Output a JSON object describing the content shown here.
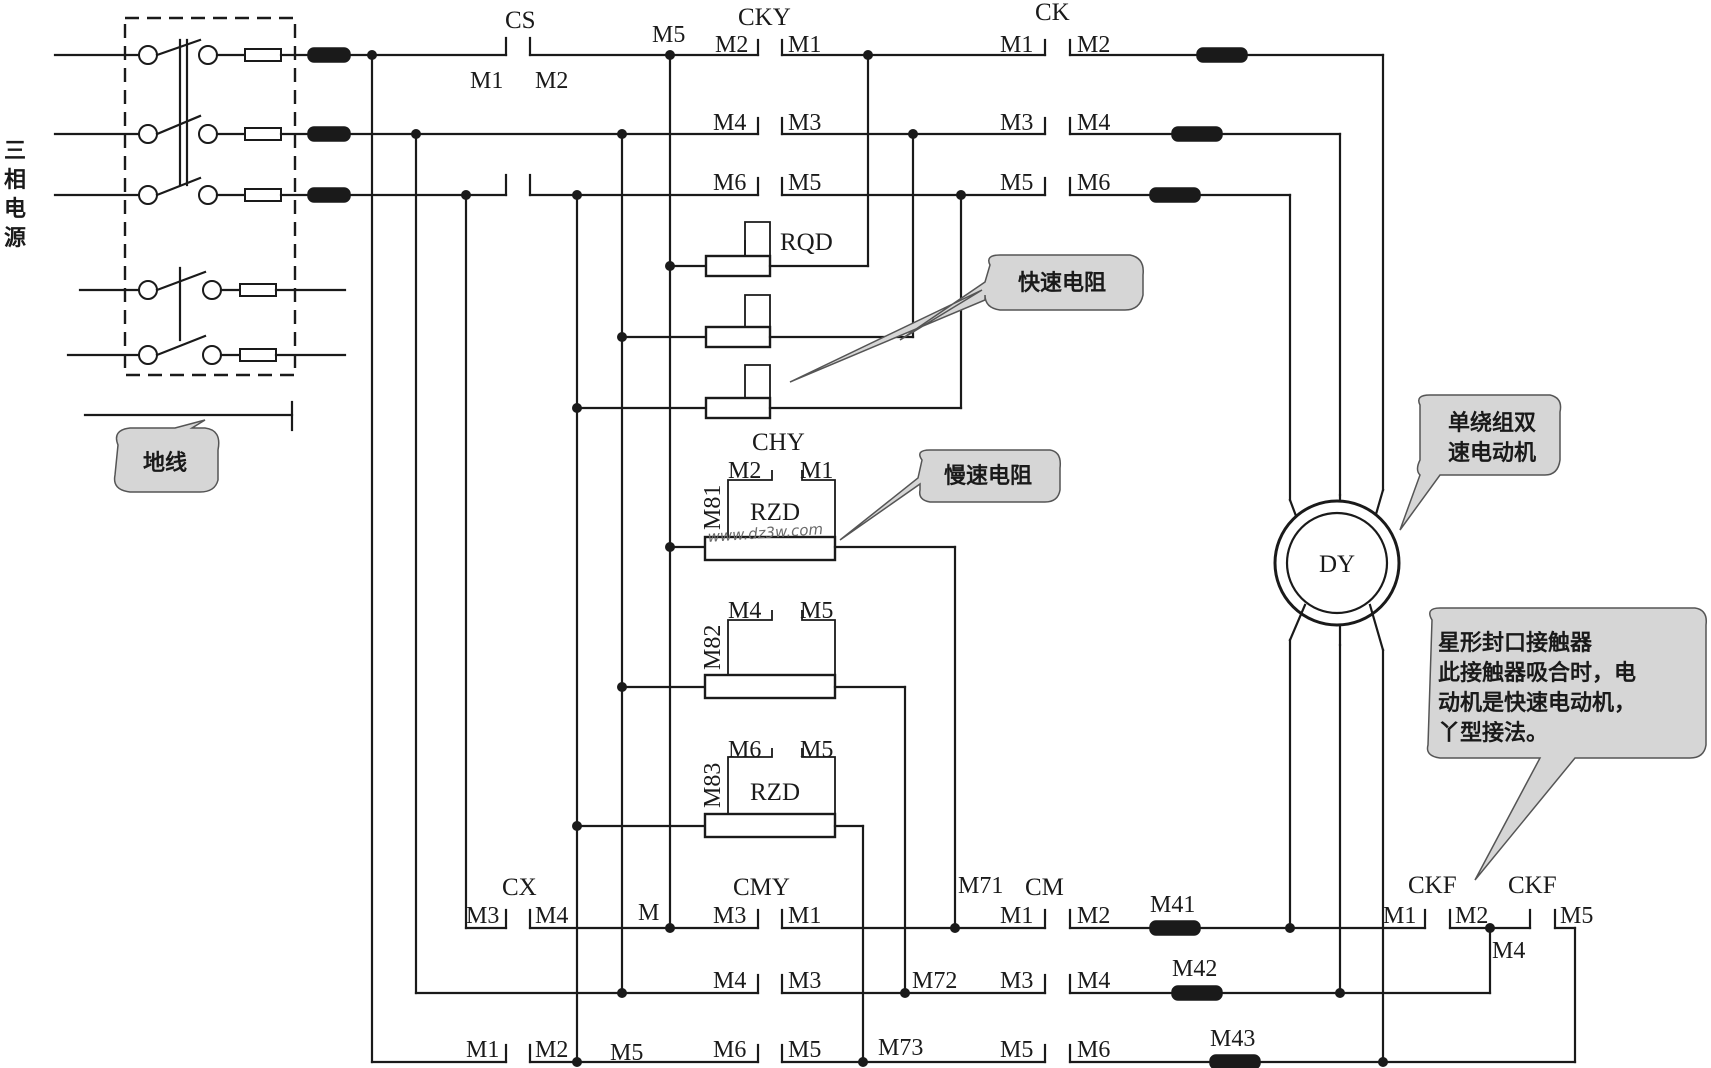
{
  "labels": {
    "power_source": "三相电源",
    "ground": "地线",
    "fast_resistor": "快速电阻",
    "slow_resistor": "慢速电阻",
    "motor_note_1": "单绕组双",
    "motor_note_2": "速电动机",
    "star_note_1": "星形封口接触器",
    "star_note_2": "此接触器吸合时，电",
    "star_note_3": "动机是快速电动机，",
    "star_note_4": "丫型接法。",
    "watermark": "www.dz3w.com"
  },
  "components": {
    "cs": "CS",
    "cky": "CKY",
    "ck": "CK",
    "rqd": "RQD",
    "chy": "CHY",
    "rzd_1": "RZD",
    "rzd_2": "RZD",
    "cx": "CX",
    "cmy": "CMY",
    "cm": "CM",
    "ckf_1": "CKF",
    "ckf_2": "CKF",
    "motor": "DY"
  },
  "terminals": {
    "cs_m1": "M1",
    "cs_m2": "M2",
    "top_m5": "M5",
    "cky_m2": "M2",
    "cky_m1": "M1",
    "cky_m4": "M4",
    "cky_m3": "M3",
    "cky_m6": "M6",
    "cky_m5": "M5",
    "ck_m1": "M1",
    "ck_m2": "M2",
    "ck_m3": "M3",
    "ck_m4": "M4",
    "ck_m5": "M5",
    "ck_m6": "M6",
    "chy_m2": "M2",
    "chy_m1": "M1",
    "m81": "M81",
    "mid_m4": "M4",
    "mid_m5": "M5",
    "m82": "M82",
    "low_m6": "M6",
    "low_m5": "M5",
    "m83": "M83",
    "cx_m3": "M3",
    "cx_m4": "M4",
    "m_label": "M",
    "cmy_m3": "M3",
    "cmy_m1": "M1",
    "m71": "M71",
    "cm_m1": "M1",
    "cm_m2": "M2",
    "m41": "M41",
    "cmy_m4": "M4",
    "cmy_m3b": "M3",
    "m72": "M72",
    "cm_m3": "M3",
    "cm_m4": "M4",
    "m42": "M42",
    "bot_m1": "M1",
    "bot_m2": "M2",
    "bot_m5": "M5",
    "cmy_m6": "M6",
    "cmy_m5": "M5",
    "m73": "M73",
    "cm_m5": "M5",
    "cm_m6": "M6",
    "m43": "M43",
    "ckf_m1": "M1",
    "ckf_m2": "M2",
    "ckf_m4": "M4",
    "ckf_m5": "M5"
  }
}
